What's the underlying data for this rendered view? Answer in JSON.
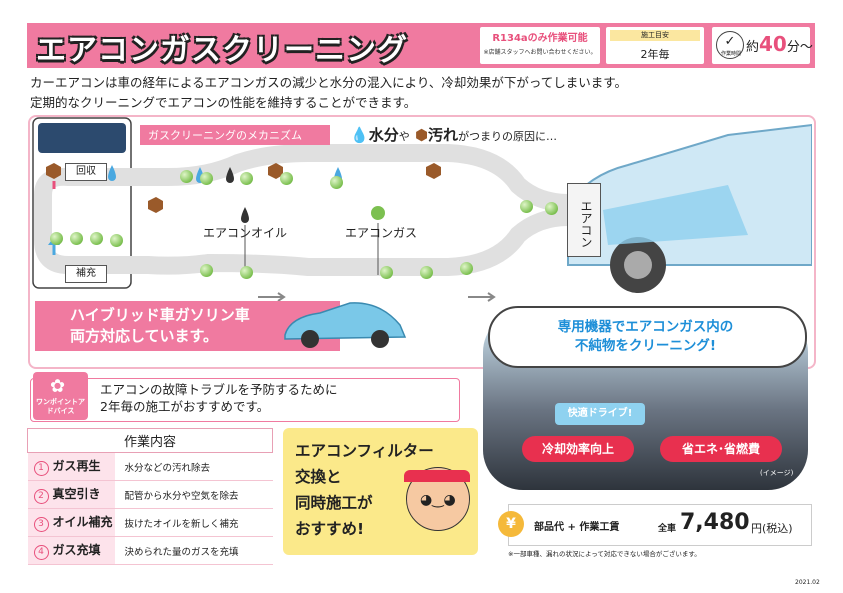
{
  "header": {
    "title": "エアコンガスクリーニング",
    "r134": {
      "title": "R134aのみ作業可能",
      "sub": "※店舗スタッフへお問い合わせください。"
    },
    "period": {
      "label": "施工目安",
      "value": "2年毎"
    },
    "time": {
      "icon_label": "作業時間",
      "prefix": "約",
      "value": "40",
      "suffix": "分〜"
    }
  },
  "intro": {
    "line1": "カーエアコンは車の経年によるエアコンガスの減少と水分の混入により、冷却効果が下がってしまいます。",
    "line2": "定期的なクリーニングでエアコンの性能を維持することができます。"
  },
  "diagram": {
    "mechanism": "ガスクリーニングのメカニズム",
    "cause_water": "水分",
    "cause_ya": "や",
    "cause_dirt": "汚れ",
    "cause_rest": "がつまりの原因に…",
    "kaishu": "回収",
    "hoju": "補充",
    "ac": "エアコン",
    "oil": "エアコンオイル",
    "gas": "エアコンガス",
    "hybrid_line1": "ハイブリッド車ガソリン車",
    "hybrid_line2": "両方対応しています。"
  },
  "photo": {
    "bubble_line1": "専用機器でエアコンガス内の",
    "bubble_line2": "不純物をクリーニング!",
    "drive": "快適ドライブ!",
    "tag1": "冷却効率向上",
    "tag2": "省エネ･省燃費",
    "image_note": "(イメージ)"
  },
  "advice": {
    "badge": "ワンポイントアドバイス",
    "line1": "エアコンの故障トラブルを予防するために",
    "line2": "2年毎の施工がおすすめです。"
  },
  "work": {
    "header": "作業内容",
    "rows": [
      {
        "num": "1",
        "step": "ガス再生",
        "desc": "水分などの汚れ除去"
      },
      {
        "num": "2",
        "step": "真空引き",
        "desc": "配管から水分や空気を除去"
      },
      {
        "num": "3",
        "step": "オイル補充",
        "desc": "抜けたオイルを新しく補充"
      },
      {
        "num": "4",
        "step": "ガス充填",
        "desc": "決められた量のガスを充填"
      }
    ]
  },
  "filter": {
    "line1": "エアコンフィルター",
    "line2": "交換と",
    "line3": "同時施工が",
    "line4": "おすすめ!"
  },
  "price": {
    "symbol": "¥",
    "label": "部品代 + 作業工賃",
    "all": "全車",
    "value": "7,480",
    "unit": "円(税込)",
    "note": "※一部車種、漏れの状況によって対応できない場合がございます。"
  },
  "footer": {
    "code": "2021.02"
  },
  "colors": {
    "pink": "#f07aa0",
    "red": "#e8304f",
    "blue": "#1e8fd8",
    "yellow": "#fbe98a"
  }
}
